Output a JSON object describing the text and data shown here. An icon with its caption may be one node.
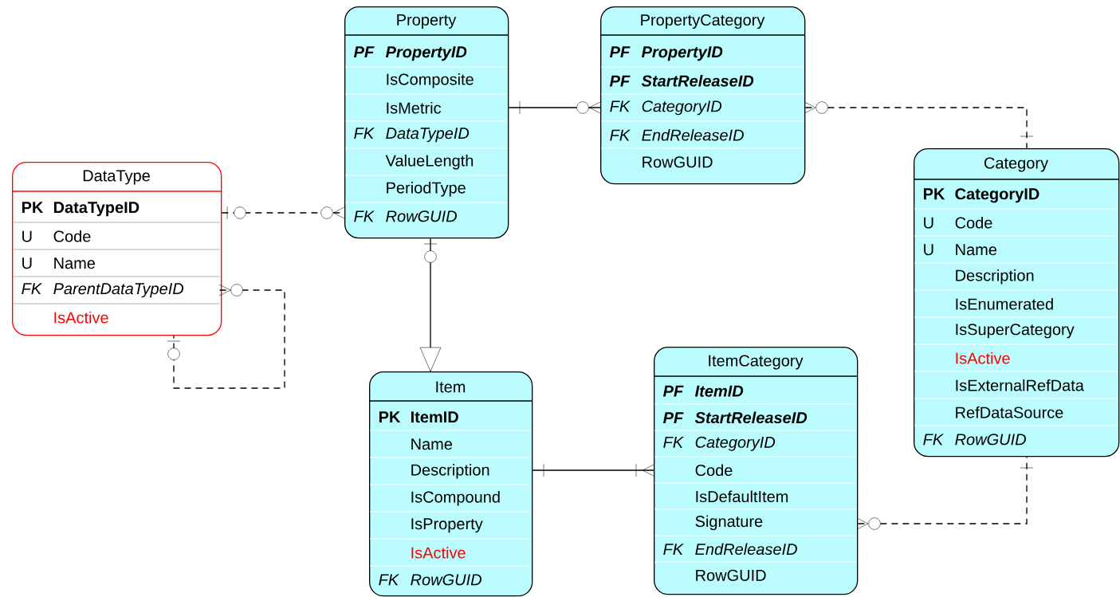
{
  "diagram": {
    "nodes": [
      {
        "text": [
          "Property"
        ]
      },
      {
        "text": [
          "PF",
          "PropertyID"
        ],
        "in": 0
      },
      {
        "text": [
          "IsComposite"
        ],
        "in": 0
      },
      {
        "text": [
          "IsMetric"
        ],
        "in": 0
      },
      {
        "text": [
          "FK",
          "DataTypeID"
        ],
        "in": 0
      },
      {
        "text": [
          "ValueLength"
        ],
        "in": 0
      },
      {
        "text": [
          "PeriodType"
        ],
        "in": 0
      },
      {
        "text": [
          "FK",
          "RowGUID"
        ],
        "in": 0
      },
      {
        "text": [
          "PropertyCategory"
        ]
      },
      {
        "text": [
          "PF",
          "PropertyID"
        ],
        "in": 8
      },
      {
        "text": [
          "PF",
          "StartReleaseID"
        ],
        "in": 8
      },
      {
        "text": [
          "FK",
          "CategoryID"
        ],
        "in": 8
      },
      {
        "text": [
          "FK",
          "EndReleaseID"
        ],
        "in": 8
      },
      {
        "text": [
          "RowGUID"
        ],
        "in": 8
      },
      {
        "text": [
          "DataType"
        ]
      },
      {
        "text": [
          "PK",
          "DataTypeID"
        ],
        "in": 14
      },
      {
        "text": [
          "U",
          "Code"
        ],
        "in": 14
      },
      {
        "text": [
          "U",
          "Name"
        ],
        "in": 14
      },
      {
        "text": [
          "FK",
          "ParentDataTypeID"
        ],
        "in": 14
      },
      {
        "text": [
          "IsActive"
        ],
        "in": 14
      },
      {
        "text": [
          "Category"
        ]
      },
      {
        "text": [
          "PK",
          "CategoryID"
        ],
        "in": 20
      },
      {
        "text": [
          "U",
          "Code"
        ],
        "in": 20
      },
      {
        "text": [
          "U",
          "Name"
        ],
        "in": 20
      },
      {
        "text": [
          "Description"
        ],
        "in": 20
      },
      {
        "text": [
          "IsEnumerated"
        ],
        "in": 20
      },
      {
        "text": [
          "IsSuperCategory"
        ],
        "in": 20
      },
      {
        "text": [
          "IsActive"
        ],
        "in": 20
      },
      {
        "text": [
          "IsExternalRefData"
        ],
        "in": 20
      },
      {
        "text": [
          "RefDataSource"
        ],
        "in": 20
      },
      {
        "text": [
          "FK",
          "RowGUID"
        ],
        "in": 20
      },
      {
        "text": [
          "Item"
        ]
      },
      {
        "text": [
          "PK",
          "ItemID"
        ],
        "in": 31
      },
      {
        "text": [
          "Name"
        ],
        "in": 31
      },
      {
        "text": [
          "Description"
        ],
        "in": 31
      },
      {
        "text": [
          "IsCompound"
        ],
        "in": 31
      },
      {
        "text": [
          "IsProperty"
        ],
        "in": 31
      },
      {
        "text": [
          "IsActive"
        ],
        "in": 31
      },
      {
        "text": [
          "FK",
          "RowGUID"
        ],
        "in": 31
      },
      {
        "text": [
          "ItemCategory"
        ]
      },
      {
        "text": [
          "PF",
          "ItemID"
        ],
        "in": 39
      },
      {
        "text": [
          "PF",
          "StartReleaseID"
        ],
        "in": 39
      },
      {
        "text": [
          "FK",
          "CategoryID"
        ],
        "in": 39
      },
      {
        "text": [
          "Code"
        ],
        "in": 39
      },
      {
        "text": [
          "IsDefaultItem"
        ],
        "in": 39
      },
      {
        "text": [
          "Signature"
        ],
        "in": 39
      },
      {
        "text": [
          "FK",
          "EndReleaseID"
        ],
        "in": 39
      },
      {
        "text": [
          "RowGUID"
        ],
        "in": 39
      }
    ],
    "edges": [
      {
        "from": 0,
        "to": 8,
        "arrow": "other"
      },
      {
        "from": 8,
        "to": 20,
        "arrow": "other",
        "style": "dashed"
      },
      {
        "from": 14,
        "to": 0,
        "arrow": "other",
        "style": "dashed"
      },
      {
        "from": 18,
        "to": 14,
        "arrow": "other",
        "style": "dashed"
      },
      {
        "from": 0,
        "to": 31,
        "arrow": "to"
      },
      {
        "from": 31,
        "to": 39,
        "arrow": "other"
      },
      {
        "from": 39,
        "to": 20,
        "arrow": "other",
        "style": "dashed"
      }
    ]
  }
}
